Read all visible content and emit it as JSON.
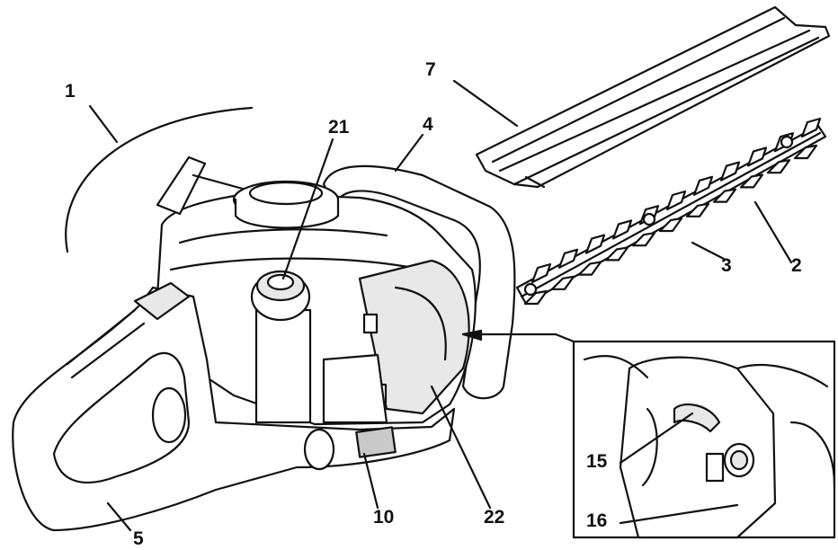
{
  "labels": {
    "l1": "1",
    "l2": "2",
    "l3": "3",
    "l4": "4",
    "l5": "5",
    "l7": "7",
    "l10": "10",
    "l15": "15",
    "l16": "16",
    "l21": "21",
    "l22": "22"
  }
}
